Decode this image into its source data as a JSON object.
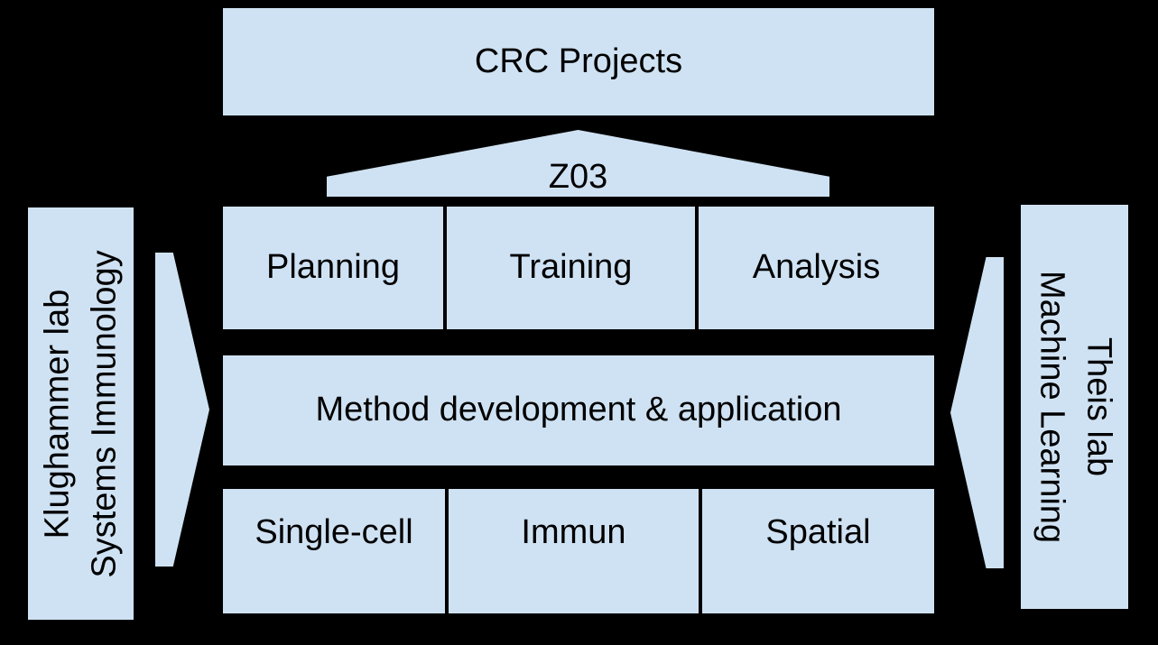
{
  "diagram": {
    "title_box": {
      "label": "CRC Projects"
    },
    "funnel": {
      "label": "Z03"
    },
    "rows": [
      {
        "items": [
          {
            "label": "Planning"
          },
          {
            "label": "Training"
          },
          {
            "label": "Analysis"
          }
        ]
      },
      {
        "items": [
          {
            "label": "Method development & application"
          }
        ]
      },
      {
        "items": [
          {
            "label": "Single-cell"
          },
          {
            "label": "Immun"
          },
          {
            "label": "Spatial"
          }
        ]
      }
    ],
    "left_panel": {
      "line1": "Klughammer lab",
      "line2": "Systems Immunology"
    },
    "right_panel": {
      "line1": "Theis lab",
      "line2": "Machine Learning"
    },
    "colors": {
      "background": "#000000",
      "shape_fill": "#cfe2f3",
      "border": "#000000",
      "text": "#000000"
    }
  }
}
